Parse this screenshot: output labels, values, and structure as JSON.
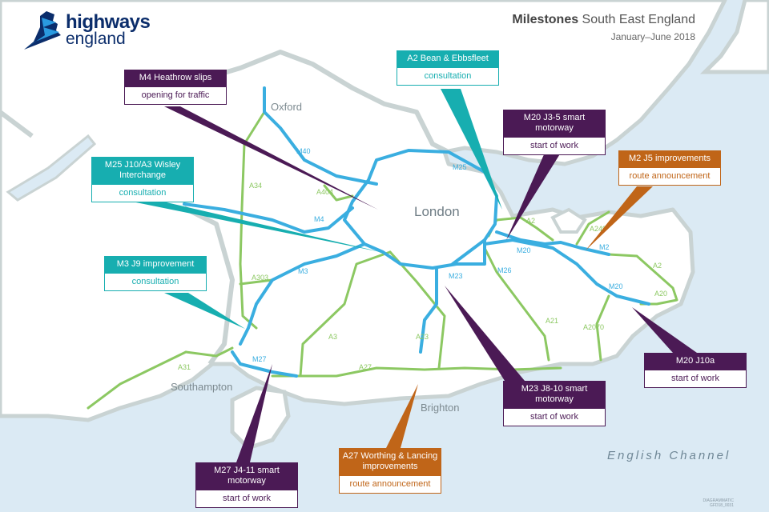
{
  "header": {
    "brand_line1": "highways",
    "brand_line2": "england",
    "title_bold": "Milestones",
    "title_rest": " South East England",
    "subtitle": "January–June 2018"
  },
  "places": {
    "london": "London",
    "oxford": "Oxford",
    "southampton": "Southampton",
    "brighton": "Brighton",
    "sea": "English Channel"
  },
  "roads": {
    "m40": "M40",
    "m4": "M4",
    "m25": "M25",
    "m3": "M3",
    "m27": "M27",
    "m23": "M23",
    "m26": "M26",
    "m20a": "M20",
    "m20b": "M20",
    "m2": "M2",
    "a34": "A34",
    "a404": "A404",
    "a303": "A303",
    "a31": "A31",
    "a3": "A3",
    "a27": "A27",
    "a23": "A23",
    "a21": "A21",
    "a2070": "A2070",
    "a2a": "A2",
    "a2b": "A2",
    "a249": "A249",
    "a20": "A20"
  },
  "callouts": [
    {
      "title": "M4 Heathrow slips",
      "status": "opening for traffic",
      "type": "purple"
    },
    {
      "title": "A2 Bean & Ebbsfleet",
      "status": "consultation",
      "type": "teal"
    },
    {
      "title": "M20 J3-5 smart motorway",
      "status": "start of work",
      "type": "purple"
    },
    {
      "title": "M2 J5 improvements",
      "status": "route announcement",
      "type": "orange"
    },
    {
      "title": "M25 J10/A3 Wisley Interchange",
      "status": "consultation",
      "type": "teal"
    },
    {
      "title": "M3 J9 improvement",
      "status": "consultation",
      "type": "teal"
    },
    {
      "title": "M20 J10a",
      "status": "start of work",
      "type": "purple"
    },
    {
      "title": "M23 J8-10 smart motorway",
      "status": "start of work",
      "type": "purple"
    },
    {
      "title": "A27 Worthing & Lancing improvements",
      "status": "route announcement",
      "type": "orange"
    },
    {
      "title": "M27 J4-11 smart motorway",
      "status": "start of work",
      "type": "purple"
    }
  ],
  "footer": {
    "line1": "DIAGRAMMATIC",
    "line2": "GFD18_0031"
  },
  "colors": {
    "purple": "#4b1a55",
    "teal": "#17aeb0",
    "orange": "#c06518",
    "motorway": "#3aaee0",
    "a_road": "#8cc862",
    "sea": "#dbeaf4"
  }
}
